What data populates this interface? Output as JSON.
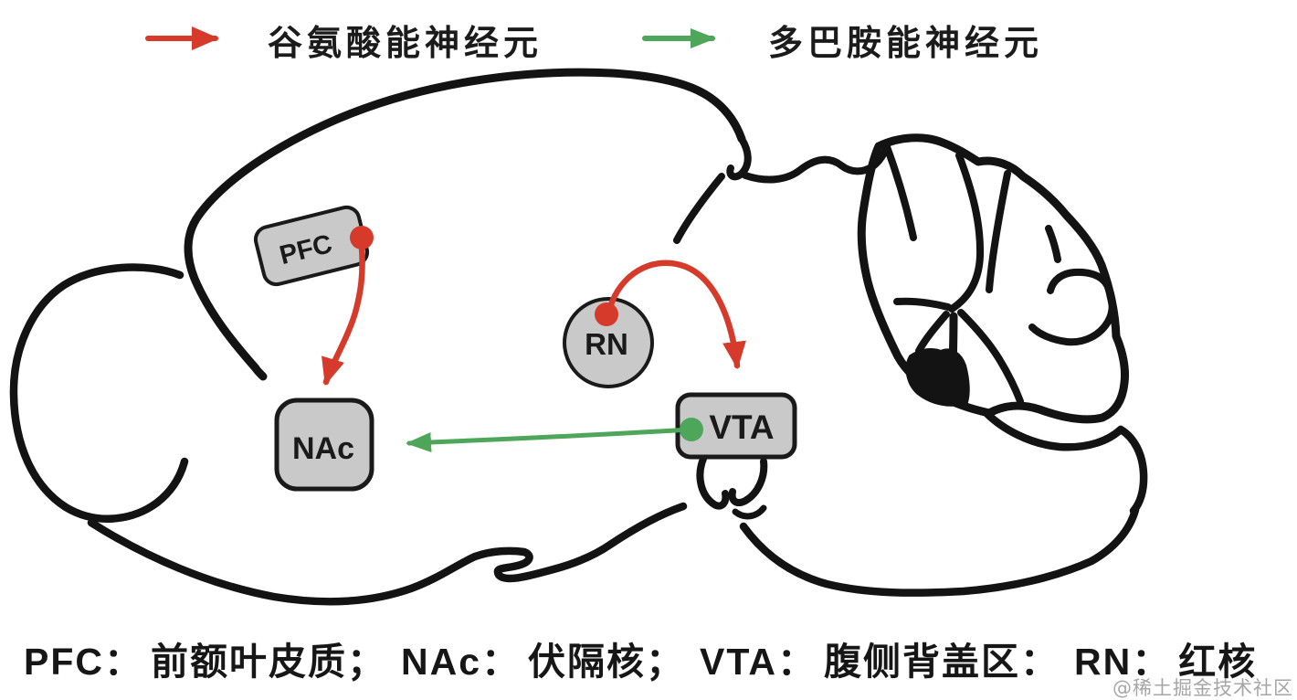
{
  "legend": {
    "items": [
      {
        "id": "glutamatergic",
        "label": "谷氨酸能神经元",
        "color": "#d53a2b",
        "arrow_icon": "red-arrow"
      },
      {
        "id": "dopaminergic",
        "label": "多巴胺能神经元",
        "color": "#4ea65a",
        "arrow_icon": "green-arrow"
      }
    ]
  },
  "diagram": {
    "type": "brain-circuit-sagittal-mouse-brain",
    "regions": [
      {
        "id": "PFC",
        "label": "PFC",
        "shape": "rounded-rect-rotated"
      },
      {
        "id": "RN",
        "label": "RN",
        "shape": "circle"
      },
      {
        "id": "NAc",
        "label": "NAc",
        "shape": "rounded-square"
      },
      {
        "id": "VTA",
        "label": "VTA",
        "shape": "rounded-rect"
      }
    ],
    "connections": [
      {
        "from": "PFC",
        "to": "NAc",
        "neuron_type": "谷氨酸能神经元",
        "color": "#d53a2b"
      },
      {
        "from": "RN",
        "to": "VTA",
        "neuron_type": "谷氨酸能神经元",
        "color": "#d53a2b"
      },
      {
        "from": "VTA",
        "to": "NAc",
        "neuron_type": "多巴胺能神经元",
        "color": "#4ea65a"
      }
    ]
  },
  "caption": {
    "segments": [
      {
        "text": "PFC："
      },
      {
        "text": "前额叶皮质；"
      },
      {
        "text": "NAc："
      },
      {
        "text": "伏隔核；"
      },
      {
        "text": "VTA："
      },
      {
        "text": "腹侧背盖区："
      },
      {
        "text": "RN："
      },
      {
        "text": "红核"
      }
    ]
  },
  "watermark": "@稀土掘金技术社区",
  "colors": {
    "red": "#d53a2b",
    "green": "#4ea65a",
    "node_fill": "#c9c9c9",
    "node_border": "#1a1a1a",
    "brain_outline": "#131313",
    "watermark_gray": "#a6a6a6"
  }
}
